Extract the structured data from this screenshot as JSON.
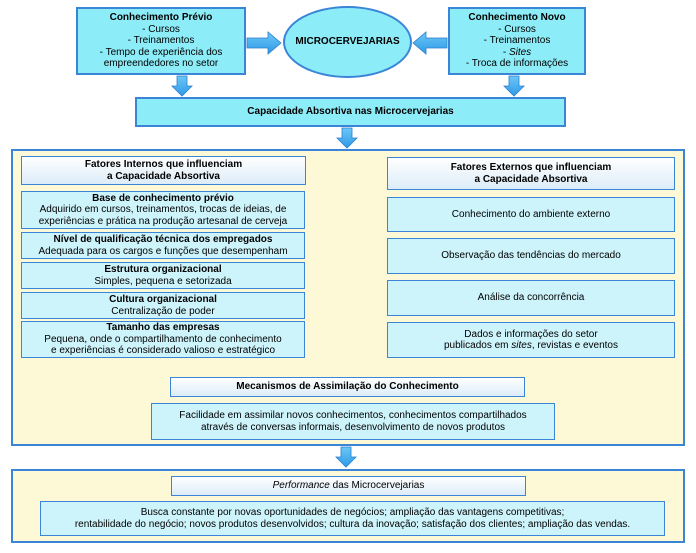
{
  "conhecimento_previo": {
    "title": "Conhecimento Prévio",
    "items": [
      "- Cursos",
      "- Treinamentos",
      "- Tempo de experiência dos",
      "empreendedores no setor"
    ]
  },
  "microcervejarias": {
    "label": "MICROCERVEJARIAS"
  },
  "conhecimento_novo": {
    "title": "Conhecimento Novo",
    "items": [
      "- Cursos",
      "- Treinamentos",
      "Sites",
      "- Troca de informações"
    ],
    "sites_prefix": "- "
  },
  "capacidade_absortiva": {
    "label": "Capacidade Absortiva nas Microcervejarias"
  },
  "fatores_internos": {
    "header_line1": "Fatores Internos que influenciam",
    "header_line2": "a Capacidade Absortiva",
    "boxes": [
      {
        "title": "Base de conhecimento prévio",
        "lines": [
          "Adquirido em cursos, treinamentos, trocas de ideias, de",
          "experiências e prática na produção artesanal de cerveja"
        ]
      },
      {
        "title": "Nível de qualificação técnica dos empregados",
        "lines": [
          "Adequada para os cargos e funções que desempenham"
        ]
      },
      {
        "title": "Estrutura organizacional",
        "lines": [
          "Simples, pequena e setorizada"
        ]
      },
      {
        "title": "Cultura organizacional",
        "lines": [
          "Centralização de poder"
        ]
      },
      {
        "title": "Tamanho das empresas",
        "lines": [
          "Pequena, onde o compartilhamento de conhecimento",
          "e experiências é considerado valioso e estratégico"
        ]
      }
    ]
  },
  "fatores_externos": {
    "header_line1": "Fatores Externos que influenciam",
    "header_line2": "a Capacidade Absortiva",
    "boxes": [
      "Conhecimento do ambiente externo",
      "Observação das tendências do mercado",
      "Análise da concorrência"
    ],
    "last_line1": "Dados e informações do setor",
    "last_line2_pre": "publicados em ",
    "last_line2_italic": "sites",
    "last_line2_post": ", revistas e eventos"
  },
  "mecanismos": {
    "title": "Mecanismos de Assimilação do Conhecimento",
    "line1": "Facilidade em assimilar novos conhecimentos, conhecimentos compartilhados",
    "line2": "através de conversas informais, desenvolvimento de novos produtos"
  },
  "performance": {
    "title_italic": "Performance",
    "title_rest": " das Microcervejarias",
    "line1": "Busca constante por novas oportunidades de negócios; ampliação das vantagens competitivas;",
    "line2": "rentabilidade do negócio; novos produtos desenvolvidos; cultura da inovação; satisfação dos clientes; ampliação das vendas."
  },
  "colors": {
    "border": "#3a85d6",
    "cyan": "#cdf3fb",
    "bright": "#8cecf7",
    "arrow": "#35a6ee",
    "panel": "#fdf9d6"
  }
}
